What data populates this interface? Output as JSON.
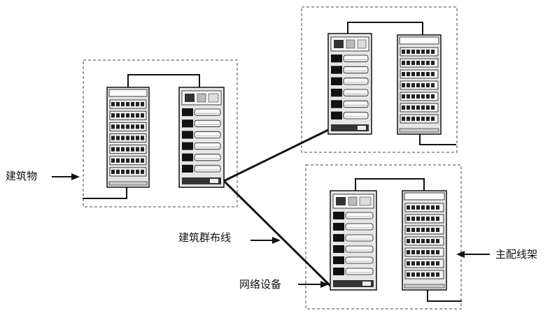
{
  "labels": {
    "building": "建筑物",
    "campus_cabling": "建筑群布线",
    "network_equipment": "网络设备",
    "main_distribution_frame": "主配线架"
  },
  "colors": {
    "ink": "#111111",
    "frame": "#e6e6e6",
    "panel": "#f2f2f2"
  }
}
